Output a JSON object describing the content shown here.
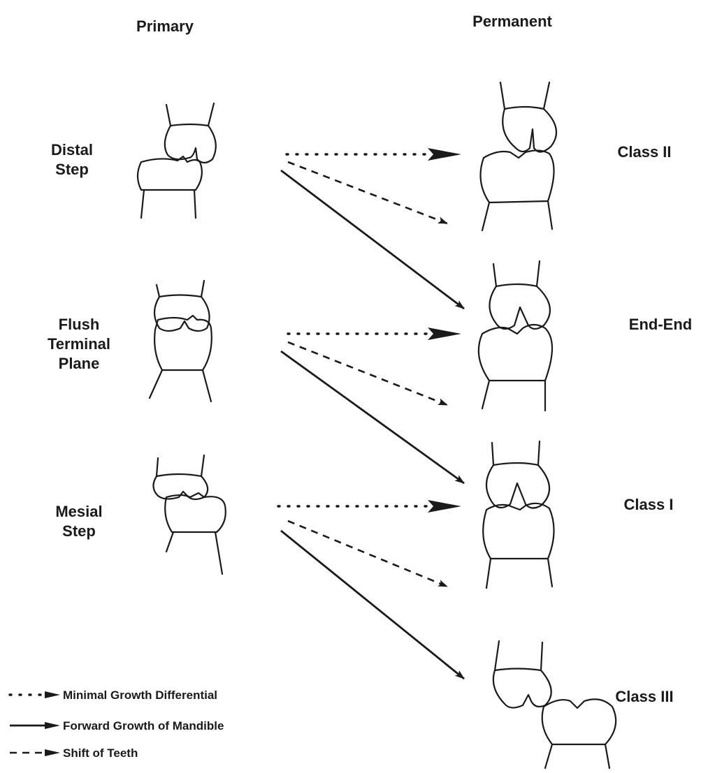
{
  "headers": {
    "primary": "Primary",
    "permanent": "Permanent"
  },
  "primary_stages": [
    {
      "line1": "Distal",
      "line2": "Step"
    },
    {
      "line1": "Flush",
      "line2": "Terminal",
      "line3": "Plane"
    },
    {
      "line1": "Mesial",
      "line2": "Step"
    }
  ],
  "permanent_classes": [
    "Class II",
    "End-End",
    "Class I",
    "Class III"
  ],
  "legend": [
    {
      "style": "dotted",
      "label": "Minimal Growth Differential"
    },
    {
      "style": "solid",
      "label": "Forward Growth of Mandible"
    },
    {
      "style": "dashed",
      "label": "Shift of Teeth"
    }
  ]
}
